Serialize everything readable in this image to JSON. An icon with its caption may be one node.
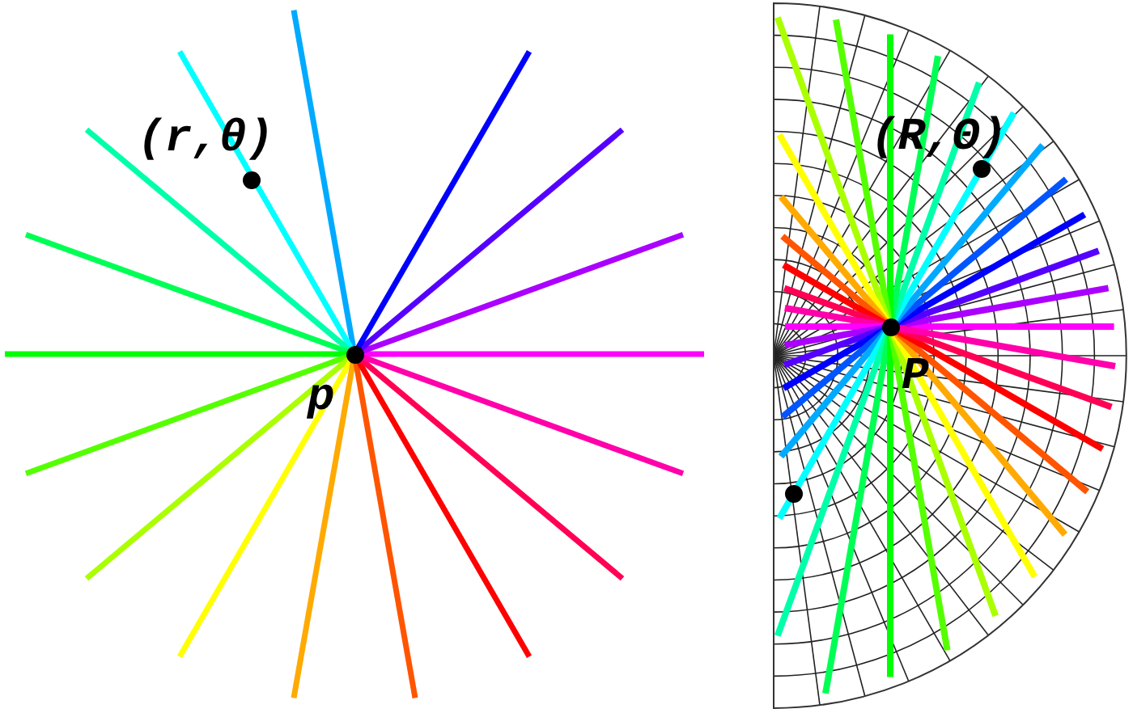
{
  "diagram": {
    "labels": [
      "(r,θ)",
      "p",
      "(R,Θ)",
      "P"
    ]
  }
}
